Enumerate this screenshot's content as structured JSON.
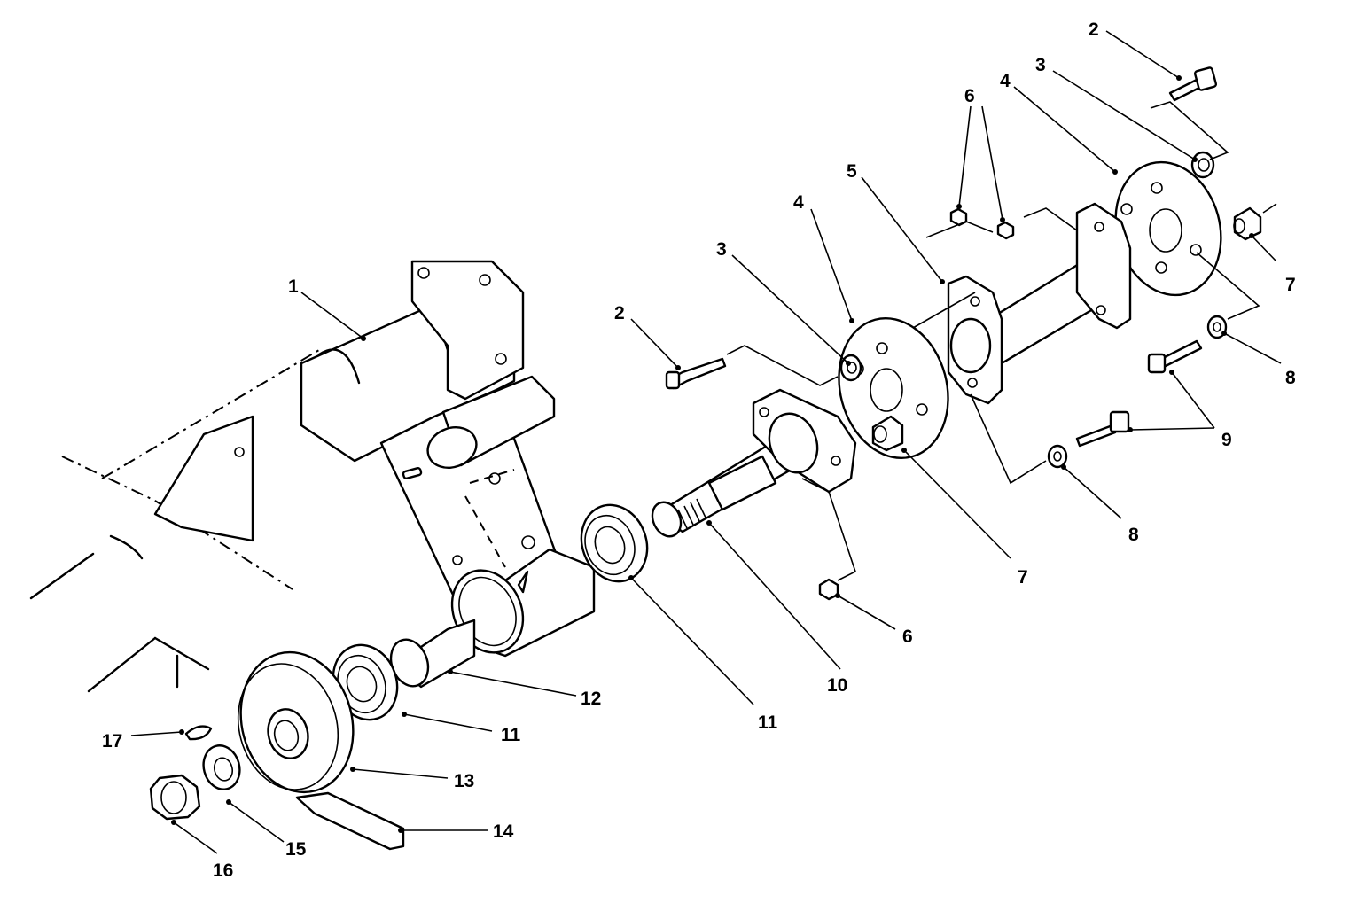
{
  "callouts": [
    {
      "id": "c1",
      "text": "1"
    },
    {
      "id": "c2a",
      "text": "2"
    },
    {
      "id": "c2b",
      "text": "2"
    },
    {
      "id": "c3a",
      "text": "3"
    },
    {
      "id": "c3b",
      "text": "3"
    },
    {
      "id": "c4a",
      "text": "4"
    },
    {
      "id": "c4b",
      "text": "4"
    },
    {
      "id": "c5",
      "text": "5"
    },
    {
      "id": "c6a",
      "text": "6"
    },
    {
      "id": "c6b",
      "text": "6"
    },
    {
      "id": "c7a",
      "text": "7"
    },
    {
      "id": "c7b",
      "text": "7"
    },
    {
      "id": "c8a",
      "text": "8"
    },
    {
      "id": "c8b",
      "text": "8"
    },
    {
      "id": "c9",
      "text": "9"
    },
    {
      "id": "c10",
      "text": "10"
    },
    {
      "id": "c11a",
      "text": "11"
    },
    {
      "id": "c11b",
      "text": "11"
    },
    {
      "id": "c12",
      "text": "12"
    },
    {
      "id": "c13",
      "text": "13"
    },
    {
      "id": "c14",
      "text": "14"
    },
    {
      "id": "c15",
      "text": "15"
    },
    {
      "id": "c16",
      "text": "16"
    },
    {
      "id": "c17",
      "text": "17"
    }
  ]
}
